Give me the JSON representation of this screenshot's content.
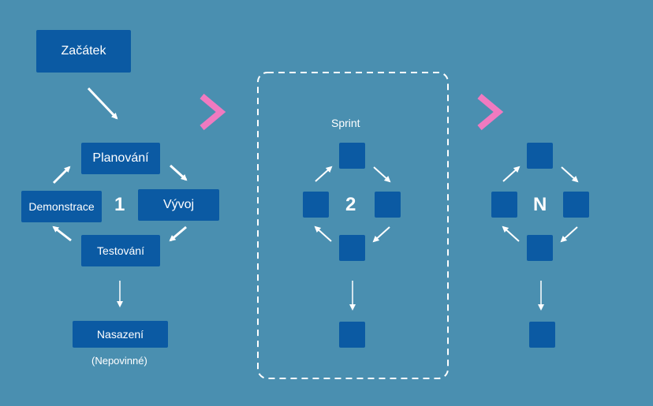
{
  "sprint1": {
    "start": "Začátek",
    "planning": "Planování",
    "development": "Vývoj",
    "testing": "Testování",
    "demo": "Demonstrace",
    "number": "1",
    "deploy": "Nasazení",
    "optional": "(Nepovinné)"
  },
  "sprint2": {
    "caption": "Sprint",
    "number": "2"
  },
  "sprintN": {
    "number": "N"
  },
  "colors": {
    "background": "#4a8fb0",
    "box": "#0b5aa3",
    "accent": "#f07ac0",
    "text": "#ffffff"
  }
}
